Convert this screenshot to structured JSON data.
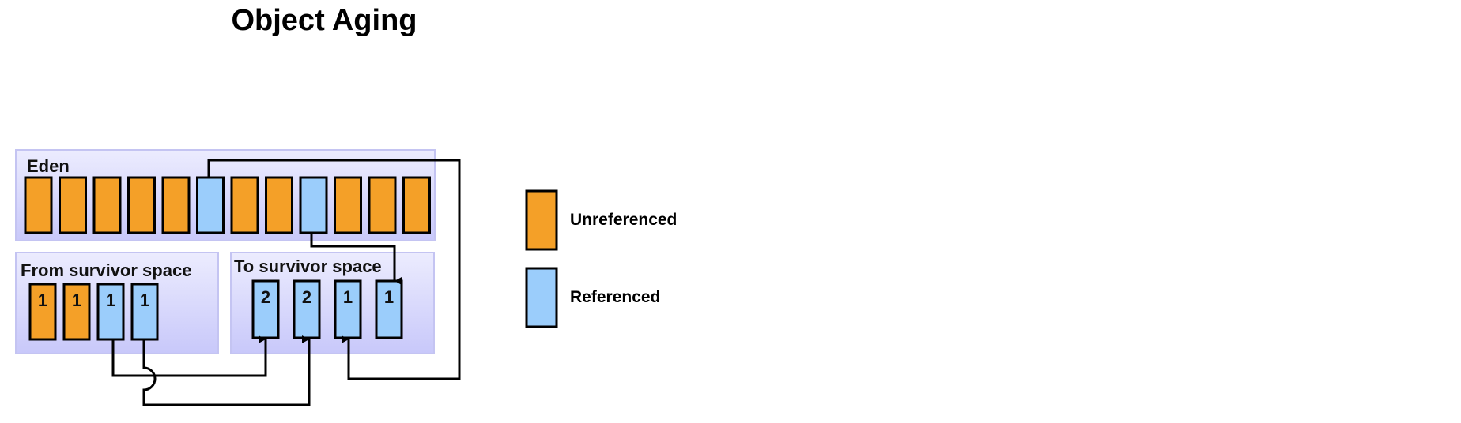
{
  "title": "Object Aging",
  "colors": {
    "unreferenced": "#f4a028",
    "referenced": "#9bcdfb",
    "region_fill": "#d6d6fc",
    "region_border": "#c4c4f2",
    "stroke": "#000000"
  },
  "regions": {
    "eden": {
      "label": "Eden",
      "objects": [
        {
          "state": "unreferenced"
        },
        {
          "state": "unreferenced"
        },
        {
          "state": "unreferenced"
        },
        {
          "state": "unreferenced"
        },
        {
          "state": "unreferenced"
        },
        {
          "state": "referenced"
        },
        {
          "state": "unreferenced"
        },
        {
          "state": "unreferenced"
        },
        {
          "state": "referenced"
        },
        {
          "state": "unreferenced"
        },
        {
          "state": "unreferenced"
        },
        {
          "state": "unreferenced"
        }
      ]
    },
    "from_survivor": {
      "label": "From survivor  space",
      "objects": [
        {
          "state": "unreferenced",
          "age": "1"
        },
        {
          "state": "unreferenced",
          "age": "1"
        },
        {
          "state": "referenced",
          "age": "1"
        },
        {
          "state": "referenced",
          "age": "1"
        }
      ]
    },
    "to_survivor": {
      "label": "To survivor  space",
      "objects": [
        {
          "state": "referenced",
          "age": "2"
        },
        {
          "state": "referenced",
          "age": "2"
        },
        {
          "state": "referenced",
          "age": "1"
        },
        {
          "state": "referenced",
          "age": "1"
        }
      ]
    }
  },
  "legend": [
    {
      "state": "unreferenced",
      "label": "Unreferenced"
    },
    {
      "state": "referenced",
      "label": "Referenced"
    }
  ]
}
